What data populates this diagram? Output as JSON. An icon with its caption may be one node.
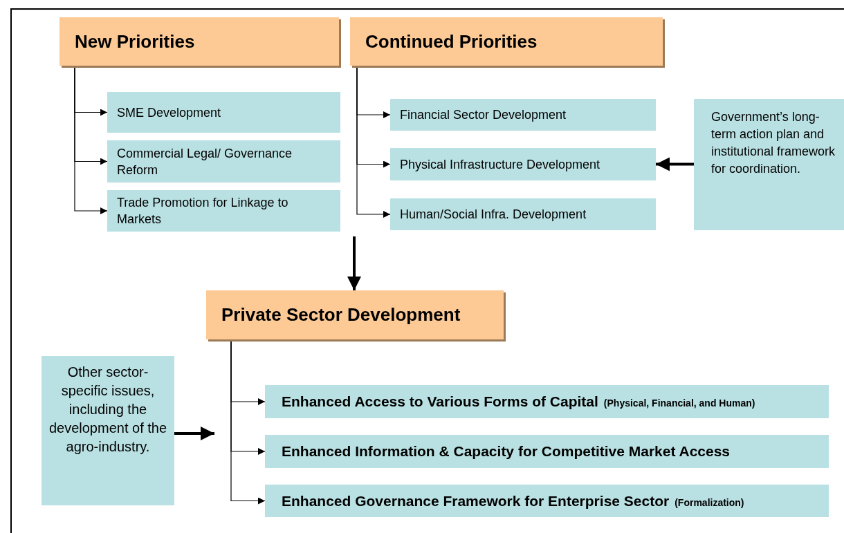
{
  "diagram": {
    "nodes": [
      {
        "text": [
          "New Priorities"
        ]
      },
      {
        "text": [
          "SME Development"
        ]
      },
      {
        "text": [
          "Commercial Legal/ Governance Reform"
        ]
      },
      {
        "text": [
          "Trade Promotion for Linkage to Markets"
        ]
      },
      {
        "text": [
          "Continued Priorities"
        ]
      },
      {
        "text": [
          "Financial Sector Development"
        ]
      },
      {
        "text": [
          "Physical Infrastructure Development"
        ]
      },
      {
        "text": [
          "Human/Social Infra. Development"
        ]
      },
      {
        "text": [
          "Government’s long-term action plan and institutional framework for coordination."
        ]
      },
      {
        "text": [
          "Private Sector Development"
        ]
      },
      {
        "text": [
          "Other sector-specific issues, including the development of the agro-industry."
        ]
      },
      {
        "text": [
          "Enhanced Access to Various Forms of Capital",
          "(Physical, Financial, and Human)"
        ]
      },
      {
        "text": [
          "Enhanced Information & Capacity for Competitive Market Access"
        ]
      },
      {
        "text": [
          "Enhanced Governance Framework for Enterprise Sector",
          "(Formalization)"
        ]
      }
    ],
    "edges": [
      {
        "from": 0,
        "to": 1,
        "arrow": "to"
      },
      {
        "from": 0,
        "to": 2,
        "arrow": "to"
      },
      {
        "from": 0,
        "to": 3,
        "arrow": "to"
      },
      {
        "from": 4,
        "to": 5,
        "arrow": "to"
      },
      {
        "from": 4,
        "to": 6,
        "arrow": "to"
      },
      {
        "from": 4,
        "to": 7,
        "arrow": "to"
      },
      {
        "from": 8,
        "to": 6,
        "arrow": "to",
        "style": "thick"
      },
      {
        "from": null,
        "to": 9,
        "arrow": "to",
        "style": "thick"
      },
      {
        "from": 10,
        "to": null,
        "arrow": "to",
        "style": "thick"
      },
      {
        "from": 9,
        "to": 11,
        "arrow": "to"
      },
      {
        "from": 9,
        "to": 12,
        "arrow": "to"
      },
      {
        "from": 9,
        "to": 13,
        "arrow": "to"
      }
    ]
  }
}
